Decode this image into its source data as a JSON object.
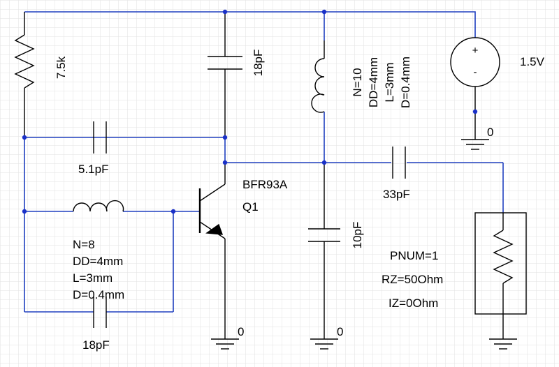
{
  "colors": {
    "background": "#ffffff",
    "grid": "#d8d8d8",
    "wire": "#1f3fbf",
    "component": "#000000",
    "junction": "#1a30c8"
  },
  "components": {
    "resistor_bias": {
      "label": "7.5k"
    },
    "cap_top": {
      "label": "18pF"
    },
    "inductor_tank": {
      "params": [
        "N=10",
        "DD=4mm",
        "L=3mm",
        "D=0.4mm"
      ]
    },
    "source": {
      "label": "1.5V",
      "plus": "+",
      "minus": "-"
    },
    "source_ground": {
      "label": "0"
    },
    "cap_feedback": {
      "label": "5.1pF"
    },
    "transistor": {
      "part": "BFR93A",
      "ref": "Q1"
    },
    "cap_output": {
      "label": "33pF"
    },
    "inductor_base": {
      "params": [
        "N=8",
        "DD=4mm",
        "L=3mm",
        "D=0.4mm"
      ]
    },
    "cap_base": {
      "label": "18pF"
    },
    "emitter_ground": {
      "label": "0"
    },
    "cap_collector": {
      "label": "10pF"
    },
    "collector_ground": {
      "label": "0"
    },
    "port": {
      "params": [
        "PNUM=1",
        "RZ=50Ohm",
        "IZ=0Ohm"
      ]
    }
  }
}
